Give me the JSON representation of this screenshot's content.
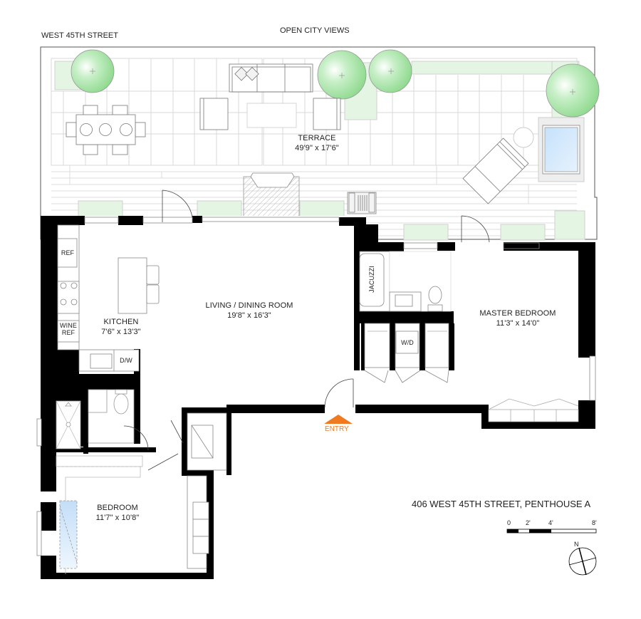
{
  "header": {
    "street_label": "WEST 45TH STREET",
    "views_label": "OPEN CITY VIEWS"
  },
  "rooms": {
    "terrace": {
      "name": "TERRACE",
      "dims": "49'9\" x 17'6\""
    },
    "living": {
      "name": "LIVING / DINING ROOM",
      "dims": "19'8\" x 16'3\""
    },
    "kitchen": {
      "name": "KITCHEN",
      "dims": "7'6\" x 13'3\""
    },
    "master": {
      "name": "MASTER BEDROOM",
      "dims": "11'3\" x 14'0\""
    },
    "bedroom": {
      "name": "BEDROOM",
      "dims": "11'7\" x 10'8\""
    }
  },
  "fixtures": {
    "ref": "REF",
    "wine_ref_1": "WINE",
    "wine_ref_2": "REF",
    "dw": "D/W",
    "jacuzzi": "JACUZZI",
    "wd": "W/D"
  },
  "entry": {
    "label": "ENTRY",
    "color": "#f07a20"
  },
  "footer": {
    "address": "406 WEST 45TH STREET, PENTHOUSE A",
    "scale_ticks": [
      "0",
      "2'",
      "4'",
      "8'"
    ],
    "north": "N"
  },
  "colors": {
    "wall": "#000000",
    "planter": "#e4f5e4",
    "tree": "#8fdc8f",
    "pool": "#cfe6fb",
    "grid": "#d6d6d6",
    "entry": "#f07a20"
  }
}
